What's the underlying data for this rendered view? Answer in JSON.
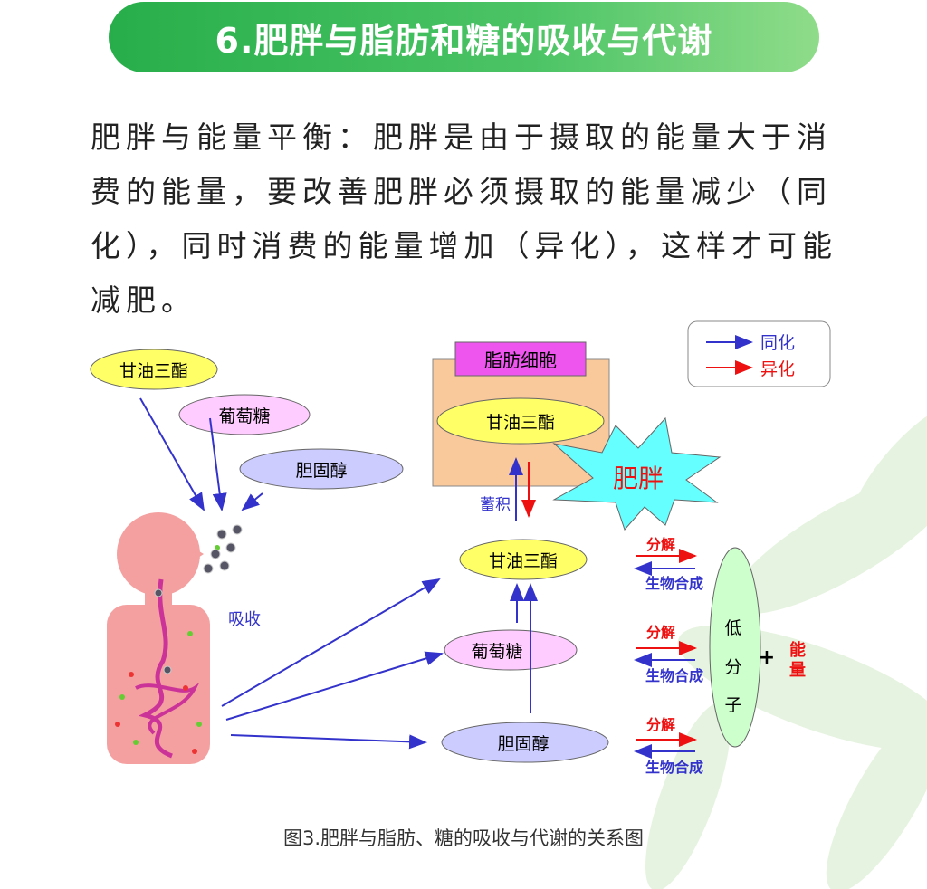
{
  "title": "6.肥胖与脂肪和糖的吸收与代谢",
  "paragraph": "肥胖与能量平衡：肥胖是由于摄取的能量大于消费的能量，要改善肥胖必须摄取的能量减少（同化），同时消费的能量增加（异化），这样才可能减肥。",
  "diagram": {
    "intake": [
      "甘油三酯",
      "葡萄糖",
      "胆固醇"
    ],
    "absorb_label": "吸收",
    "fat_cell": {
      "label": "脂肪细胞",
      "content": "甘油三酯",
      "store_label": "蓄积"
    },
    "obesity": "肥胖",
    "body_molecules": [
      "甘油三酯",
      "葡萄糖",
      "胆固醇"
    ],
    "reactions": [
      {
        "forward": "分解",
        "backward": "生物合成"
      },
      {
        "forward": "分解",
        "backward": "生物合成"
      },
      {
        "forward": "分解",
        "backward": "生物合成"
      }
    ],
    "low_molecule": [
      "低",
      "分",
      "子"
    ],
    "plus": "+",
    "energy": [
      "能",
      "量"
    ],
    "legend": [
      {
        "label": "同化",
        "color": "#3333cc"
      },
      {
        "label": "异化",
        "color": "#ee1111"
      }
    ]
  },
  "caption": "图3.肥胖与脂肪、糖的吸收与代谢的关系图",
  "colors": {
    "blue": "#3333cc",
    "red": "#ee1111",
    "title_green": "#3dbb5a"
  }
}
